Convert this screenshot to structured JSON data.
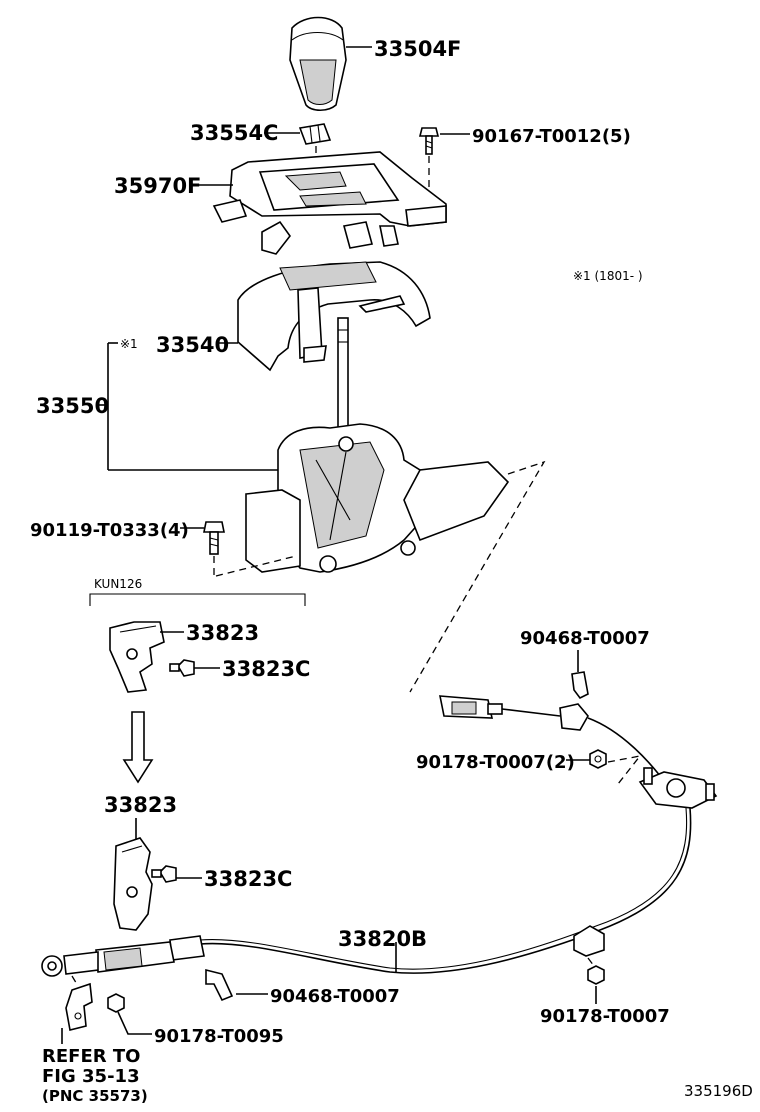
{
  "labels": {
    "knob": "33504F",
    "indicator_plate": "33554C",
    "screw_top": "90167-T0012(5)",
    "console_plate": "35970F",
    "note_range": "※1 (1801-    )",
    "cover_mark": "※1",
    "cover": "33540",
    "assembly": "33550",
    "bolt_base": "90119-T0333(4)",
    "variant": "KUN126",
    "bracket_a": "33823",
    "bolt_a": "33823C",
    "bracket_b": "33823",
    "bolt_b": "33823C",
    "clip_top": "90468-T0007",
    "nut_top": "90178-T0007(2)",
    "cable": "33820B",
    "clip_bottom": "90468-T0007",
    "nut_right": "90178-T0007",
    "nut_left": "90178-T0095",
    "refer_line1": "REFER TO",
    "refer_line2": "FIG 35-13",
    "refer_line3": "(PNC 35573)",
    "diagram_code": "335196D"
  }
}
